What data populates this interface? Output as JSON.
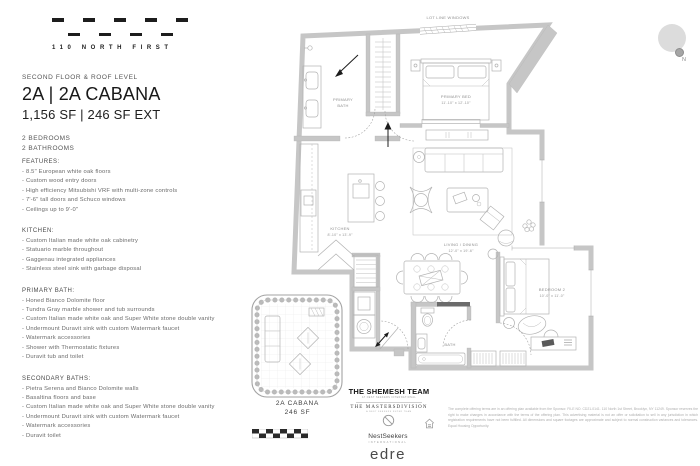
{
  "brand": {
    "name": "110 NORTH FIRST"
  },
  "unit": {
    "floor_label": "SECOND FLOOR & ROOF LEVEL",
    "name": "2A | 2A CABANA",
    "area": "1,156 SF | 246 SF EXT",
    "bedrooms": "2 BEDROOMS",
    "bathrooms": "2 BATHROOMS"
  },
  "sections": [
    {
      "title": "FEATURES:",
      "items": [
        "- 8.5\" European white oak floors",
        "- Custom wood entry doors",
        "- High efficiency Mitsubishi VRF with multi-zone controls",
        "- 7'-6\" tall doors and Schuco windows",
        "- Ceilings up to 9'-0\""
      ]
    },
    {
      "title": "KITCHEN:",
      "items": [
        "- Custom Italian made white oak cabinetry",
        "- Statuario marble throughout",
        "- Gaggenau integrated appliances",
        "- Stainless steel sink with garbage disposal"
      ]
    },
    {
      "title": "PRIMARY BATH:",
      "items": [
        "- Honed Bianco Dolomite floor",
        "- Tundra Gray marble shower and tub surrounds",
        "- Custom Italian made white oak and Super White stone double vanity",
        "- Undermount Duravit sink with custom Watermark faucet",
        "- Watermark accessories",
        "- Shower with Thermostatic fixtures",
        "- Duravit tub and toilet"
      ]
    },
    {
      "title": "SECONDARY BATHS:",
      "items": [
        "- Pietra Serena and Bianco Dolomite walls",
        "- Basaltina floors and base",
        "- Custom Italian made white oak and Super White stone double vanity",
        "- Undermount Duravit sink with custom Watermark faucet",
        "- Watermark accessories",
        "- Duravit toilet"
      ]
    }
  ],
  "floorplan": {
    "lot_line_label": "LOT LINE WINDOWS",
    "compass_label": "N",
    "rooms": {
      "primary_bath_1": "PRIMARY",
      "primary_bath_2": "BATH",
      "primary_bed_name": "PRIMARY BED",
      "primary_bed_dims": "11'-10\" x 12'-10\"",
      "kitchen_name": "KITCHEN",
      "kitchen_dims": "8'-10\" x 13'-9\"",
      "living_name": "LIVING / DINING",
      "living_dims": "12'-0\" x 19'-6\"",
      "bath_name": "BATH",
      "bedroom2_name": "BEDROOM 2",
      "bedroom2_dims": "10'-0\" x 11'-0\""
    },
    "cabana": {
      "name": "2A CABANA",
      "area": "246 SF"
    }
  },
  "footer": {
    "team_name": "THE SHEMESH TEAM",
    "team_tagline": "AT NEST SEEKERS INTERNATIONAL",
    "division_name": "THE MASTERSDIVISION",
    "division_tagline": "A NEST SEEKERS SUPER TEAM",
    "brokerage_name": "NestSeekers",
    "brokerage_sub": "INTERNATIONAL",
    "developer_name": "edre",
    "disclaimer": "The complete offering terms are in an offering plan available from the Sponsor. FILE NO. CD21-0141. 110 North 1st Street, Brooklyn, NY 11249. Sponsor reserves the right to make changes in accordance with the terms of the offering plan. This advertising material is not an offer or solicitation to sell in any jurisdiction in which registration requirements have not been fulfilled. All dimensions and square footages are approximate and subject to normal construction variances and tolerances. Equal Housing Opportunity."
  }
}
